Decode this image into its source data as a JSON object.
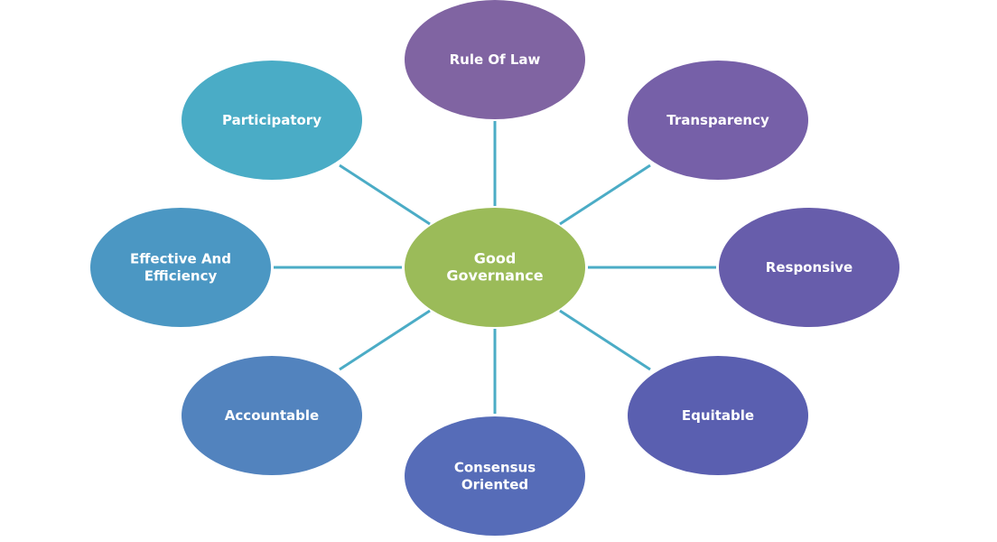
{
  "diagram": {
    "center": {
      "lines": [
        "Good",
        "Governance"
      ],
      "color": "#9bbb59"
    },
    "connector_color": "#4bacc6",
    "nodes": [
      {
        "id": "rule-of-law",
        "lines": [
          "Rule Of Law"
        ],
        "color": "#8064a2"
      },
      {
        "id": "transparency",
        "lines": [
          "Transparency"
        ],
        "color": "#7660a8"
      },
      {
        "id": "responsive",
        "lines": [
          "Responsive"
        ],
        "color": "#675dab"
      },
      {
        "id": "equitable",
        "lines": [
          "Equitable"
        ],
        "color": "#5a5fb0"
      },
      {
        "id": "consensus",
        "lines": [
          "Consensus",
          "Oriented"
        ],
        "color": "#566cb8"
      },
      {
        "id": "accountable",
        "lines": [
          "Accountable"
        ],
        "color": "#5283be"
      },
      {
        "id": "effective",
        "lines": [
          "Effective And",
          "Efficiency"
        ],
        "color": "#4b97c3"
      },
      {
        "id": "participatory",
        "lines": [
          "Participatory"
        ],
        "color": "#4aacc6"
      }
    ]
  }
}
